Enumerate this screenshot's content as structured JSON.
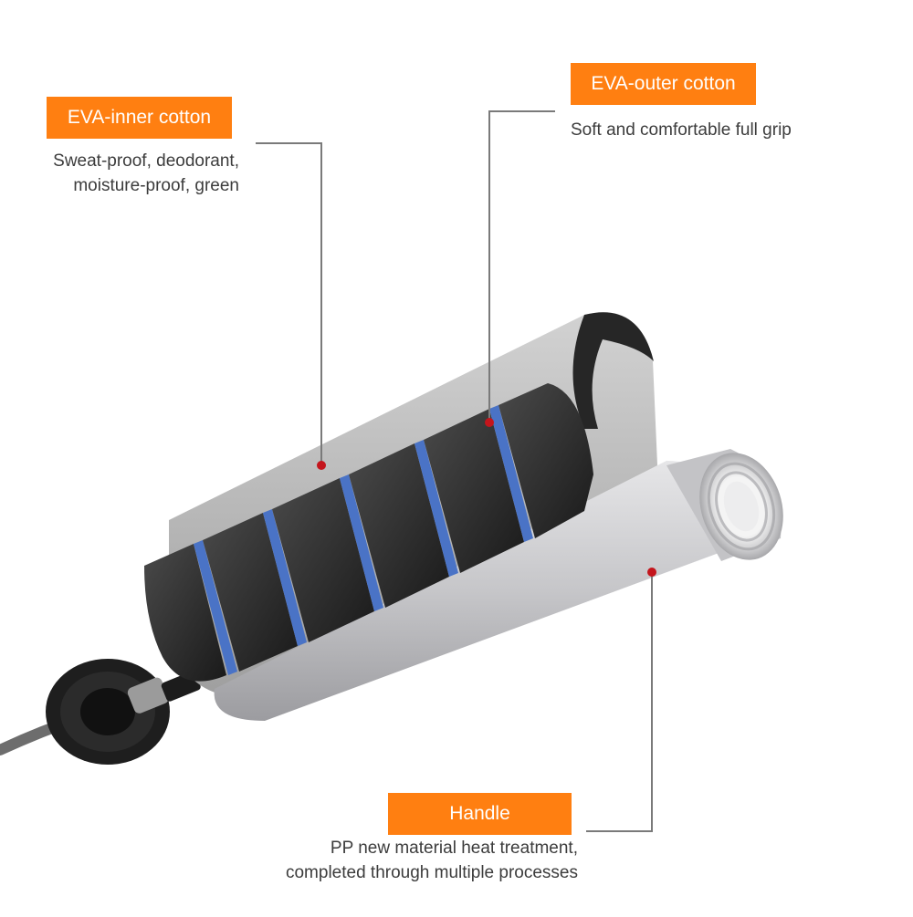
{
  "colors": {
    "label_bg": "#ff7f11",
    "leader_line": "#7a7a7a",
    "marker_dot": "#c4151c",
    "foam": "#2f2f2f",
    "foam_gap": "#4a73c6",
    "handle_metal": "#c9c9cc",
    "outer_sleeve": "#bdbdbd"
  },
  "callouts": {
    "inner": {
      "title": "EVA-inner cotton",
      "desc_line1": "Sweat-proof, deodorant,",
      "desc_line2": "moisture-proof, green"
    },
    "outer": {
      "title": "EVA-outer cotton",
      "desc_line1": "Soft and comfortable full grip"
    },
    "handle": {
      "title": "Handle",
      "desc_line1": "PP new material heat treatment,",
      "desc_line2": "completed through multiple processes"
    }
  },
  "icons": {
    "product": "jump-rope-handle-cutaway-icon"
  }
}
